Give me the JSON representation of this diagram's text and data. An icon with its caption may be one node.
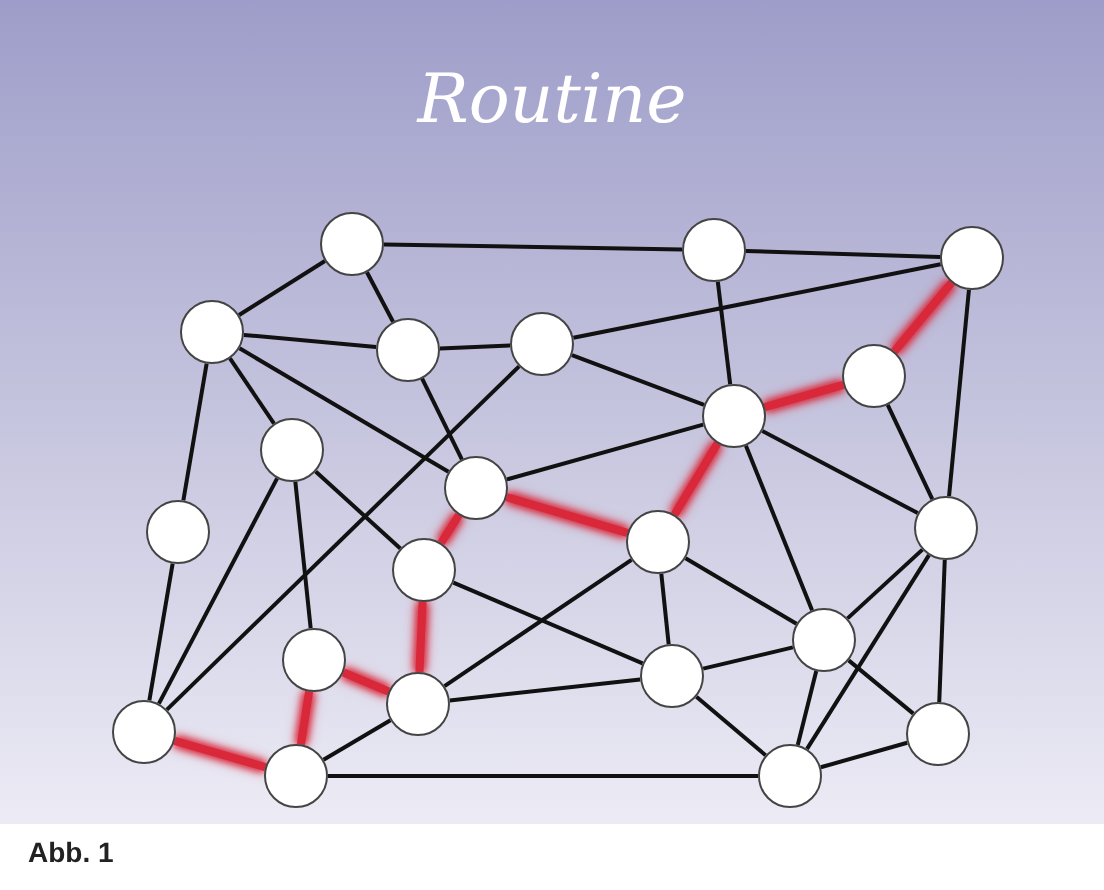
{
  "diagram": {
    "title": "Routine",
    "nodes": [
      {
        "text": [],
        "shape": "circle"
      },
      {
        "text": [],
        "shape": "circle"
      },
      {
        "text": [],
        "shape": "circle"
      },
      {
        "text": [],
        "shape": "circle"
      },
      {
        "text": [],
        "shape": "circle"
      },
      {
        "text": [],
        "shape": "circle"
      },
      {
        "text": [],
        "shape": "circle"
      },
      {
        "text": [],
        "shape": "circle"
      },
      {
        "text": [],
        "shape": "circle"
      },
      {
        "text": [],
        "shape": "circle"
      },
      {
        "text": [],
        "shape": "circle"
      },
      {
        "text": [],
        "shape": "circle"
      },
      {
        "text": [],
        "shape": "circle"
      },
      {
        "text": [],
        "shape": "circle"
      },
      {
        "text": [],
        "shape": "circle"
      },
      {
        "text": [],
        "shape": "circle"
      },
      {
        "text": [],
        "shape": "circle"
      },
      {
        "text": [],
        "shape": "circle"
      },
      {
        "text": [],
        "shape": "circle"
      },
      {
        "text": [],
        "shape": "circle"
      },
      {
        "text": [],
        "shape": "circle"
      },
      {
        "text": [],
        "shape": "circle"
      }
    ],
    "edges": [
      {
        "from": 0,
        "to": 1,
        "arrow": "none"
      },
      {
        "from": 0,
        "to": 3,
        "arrow": "none"
      },
      {
        "from": 0,
        "to": 4,
        "arrow": "none"
      },
      {
        "from": 3,
        "to": 4,
        "arrow": "none"
      },
      {
        "from": 4,
        "to": 5,
        "arrow": "none"
      },
      {
        "from": 5,
        "to": 2,
        "arrow": "none"
      },
      {
        "from": 5,
        "to": 7,
        "arrow": "none"
      },
      {
        "from": 3,
        "to": 10,
        "arrow": "none"
      },
      {
        "from": 3,
        "to": 8,
        "arrow": "none"
      },
      {
        "from": 3,
        "to": 9,
        "arrow": "none"
      },
      {
        "from": 4,
        "to": 9,
        "arrow": "none"
      },
      {
        "from": 5,
        "to": 18,
        "arrow": "none"
      },
      {
        "from": 9,
        "to": 7,
        "arrow": "none"
      },
      {
        "from": 1,
        "to": 2,
        "arrow": "none"
      },
      {
        "from": 1,
        "to": 7,
        "arrow": "none"
      },
      {
        "from": 2,
        "to": 6,
        "arrow": "none",
        "style": "thick",
        "color": "#d8283a"
      },
      {
        "from": 6,
        "to": 7,
        "arrow": "none",
        "style": "thick",
        "color": "#d8283a"
      },
      {
        "from": 7,
        "to": 11,
        "arrow": "none",
        "style": "thick",
        "color": "#d8283a"
      },
      {
        "from": 11,
        "to": 9,
        "arrow": "none",
        "style": "thick",
        "color": "#d8283a"
      },
      {
        "from": 9,
        "to": 13,
        "arrow": "none",
        "style": "thick",
        "color": "#d8283a"
      },
      {
        "from": 13,
        "to": 16,
        "arrow": "none",
        "style": "thick",
        "color": "#d8283a"
      },
      {
        "from": 16,
        "to": 14,
        "arrow": "none",
        "style": "thick",
        "color": "#d8283a"
      },
      {
        "from": 14,
        "to": 19,
        "arrow": "none",
        "style": "thick",
        "color": "#d8283a"
      },
      {
        "from": 19,
        "to": 18,
        "arrow": "none",
        "style": "thick",
        "color": "#d8283a"
      },
      {
        "from": 8,
        "to": 18,
        "arrow": "none"
      },
      {
        "from": 10,
        "to": 18,
        "arrow": "none"
      },
      {
        "from": 8,
        "to": 14,
        "arrow": "none"
      },
      {
        "from": 8,
        "to": 13,
        "arrow": "none"
      },
      {
        "from": 16,
        "to": 11,
        "arrow": "none"
      },
      {
        "from": 13,
        "to": 17,
        "arrow": "none"
      },
      {
        "from": 16,
        "to": 17,
        "arrow": "none"
      },
      {
        "from": 19,
        "to": 20,
        "arrow": "none"
      },
      {
        "from": 19,
        "to": 16,
        "arrow": "none"
      },
      {
        "from": 7,
        "to": 12,
        "arrow": "none"
      },
      {
        "from": 7,
        "to": 15,
        "arrow": "none"
      },
      {
        "from": 6,
        "to": 12,
        "arrow": "none"
      },
      {
        "from": 2,
        "to": 12,
        "arrow": "none"
      },
      {
        "from": 11,
        "to": 15,
        "arrow": "none"
      },
      {
        "from": 11,
        "to": 17,
        "arrow": "none"
      },
      {
        "from": 17,
        "to": 15,
        "arrow": "none"
      },
      {
        "from": 17,
        "to": 20,
        "arrow": "none"
      },
      {
        "from": 15,
        "to": 20,
        "arrow": "none"
      },
      {
        "from": 15,
        "to": 21,
        "arrow": "none"
      },
      {
        "from": 12,
        "to": 15,
        "arrow": "none"
      },
      {
        "from": 12,
        "to": 20,
        "arrow": "none"
      },
      {
        "from": 12,
        "to": 21,
        "arrow": "none"
      },
      {
        "from": 20,
        "to": 21,
        "arrow": "none"
      }
    ],
    "labels": [
      "Abb. 1"
    ]
  }
}
